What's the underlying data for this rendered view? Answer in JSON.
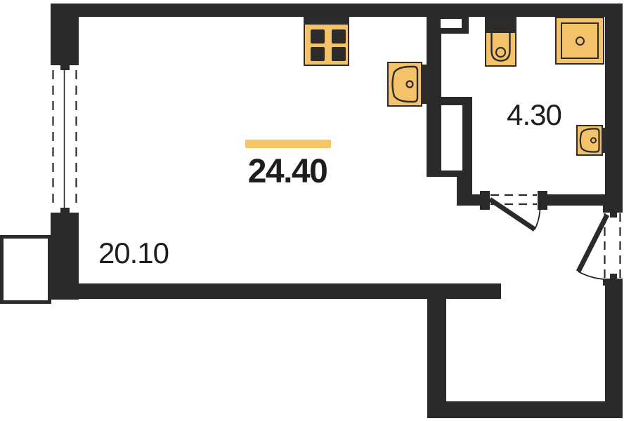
{
  "document": {
    "type": "apartment-floor-plan"
  },
  "labels": {
    "total_area": "24.40",
    "living_area": "20.10",
    "bathroom_area": "4.30"
  },
  "colors": {
    "wall": "#2a2a2a",
    "fixture_fill": "#f4c369",
    "fixture_stroke": "#2d2c2b",
    "highlight_bar": "#f6c566",
    "text": "#1e1e1e",
    "floor": "#ffffff"
  },
  "fixtures": [
    {
      "icon": "stove-icon",
      "room": "kitchen"
    },
    {
      "icon": "kitchen-sink-icon",
      "room": "kitchen"
    },
    {
      "icon": "toilet-icon",
      "room": "bathroom"
    },
    {
      "icon": "shower-icon",
      "room": "bathroom"
    },
    {
      "icon": "wash-basin-icon",
      "room": "bathroom"
    }
  ],
  "openings": [
    {
      "name": "window",
      "wall": "left"
    },
    {
      "name": "bathroom-door",
      "wall": "bathroom-bottom"
    },
    {
      "name": "entry-door",
      "wall": "right"
    }
  ]
}
